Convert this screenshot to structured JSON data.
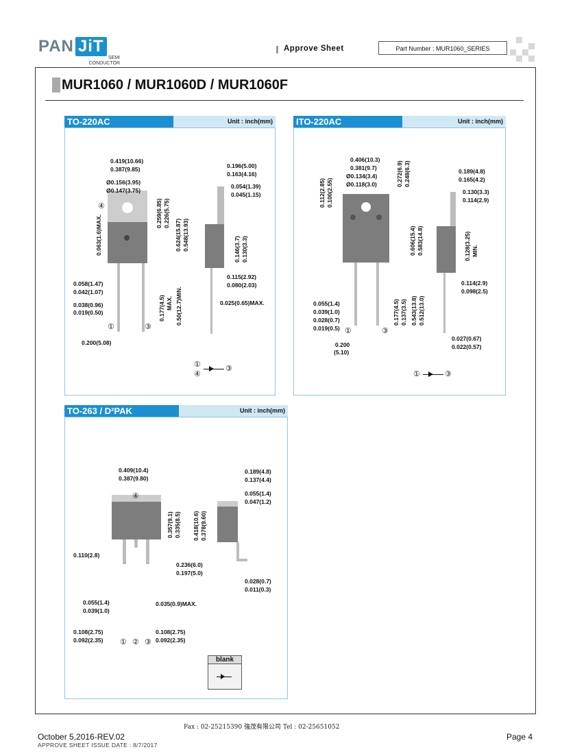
{
  "header": {
    "logo_pan": "PAN",
    "logo_jit": "JiT",
    "logo_sub1": "SEMI",
    "logo_sub2": "CONDUCTOR",
    "approve_label": "Approve Sheet",
    "part_number": "Part Number : MUR1060_SERIES"
  },
  "title": "MUR1060 / MUR1060D / MUR1060F",
  "panels": {
    "to220ac": {
      "name": "TO-220AC",
      "unit": "Unit : inch(mm)",
      "dims": {
        "w_top": "0.419(10.66)",
        "w_bot": "0.387(9.85)",
        "hole_a": "Ø0.156(3.95)",
        "hole_b": "Ø0.147(3.75)",
        "tab": "0.063(1.6)MAX.",
        "tab_h_a": "0.259(6.85)",
        "tab_h_b": "0.226(5.75)",
        "body_a": "0.624(15.87)",
        "body_b": "0.548(13.93)",
        "lead_w_a": "0.058(1.47)",
        "lead_w_b": "0.042(1.07)",
        "lead_t_a": "0.038(0.96)",
        "lead_t_b": "0.019(0.50)",
        "lead_s_a": "0.177(4.5)",
        "lead_s_b": "MAX.",
        "lead_len": "0.50(12.7)MIN.",
        "pitch": "0.200(5.08)",
        "side_w_a": "0.196(5.00)",
        "side_w_b": "0.163(4.16)",
        "side_t_a": "0.054(1.39)",
        "side_t_b": "0.045(1.15)",
        "side_h_a": "0.146(3.7)",
        "side_h_b": "0.130(3.3)",
        "side_l_a": "0.115(2.92)",
        "side_l_b": "0.080(2.03)",
        "side_lead": "0.025(0.65)MAX."
      },
      "pins": {
        "p1": "①",
        "p3": "③",
        "p4": "④"
      }
    },
    "ito220ac": {
      "name": "ITO-220AC",
      "unit": "Unit : inch(mm)",
      "dims": {
        "top_a": "0.112(2.85)",
        "top_b": "0.100(2.55)",
        "w_a": "0.406(10.3)",
        "w_b": "0.381(9.7)",
        "hole_a": "Ø0.134(3.4)",
        "hole_b": "Ø0.118(3.0)",
        "h_a": "0.272(6.9)",
        "h_b": "0.248(6.3)",
        "body_a": "0.606(15.4)",
        "body_b": "0.583(14.8)",
        "lead_w_a": "0.055(1.4)",
        "lead_w_b": "0.039(1.0)",
        "lead_t_a": "0.028(0.7)",
        "lead_t_b": "0.019(0.5)",
        "lead_s_a": "0.177(4.5)",
        "lead_s_b": "0.137(3.5)",
        "lead_l_a": "0.543(13.8)",
        "lead_l_b": "0.512(13.0)",
        "pitch_a": "0.200",
        "pitch_b": "(5.10)",
        "side_w_a": "0.189(4.8)",
        "side_w_b": "0.165(4.2)",
        "side_t_a": "0.130(3.3)",
        "side_t_b": "0.114(2.9)",
        "side_h_a": "0.128(3.25)",
        "side_h_b": "MIN.",
        "side_l_a": "0.114(2.9)",
        "side_l_b": "0.098(2.5)",
        "side_lead_a": "0.027(0.67)",
        "side_lead_b": "0.022(0.57)"
      },
      "pins": {
        "p1": "①",
        "p3": "③"
      }
    },
    "to263": {
      "name": "TO-263 / D²PAK",
      "unit": "Unit : inch(mm)",
      "dims": {
        "w_a": "0.409(10.4)",
        "w_b": "0.387(9.80)",
        "h_a": "0.357(9.1)",
        "h_b": "0.335(8.5)",
        "t_a": "0.418(10.6)",
        "t_b": "0.378(9.60)",
        "lead_off": "0.110(2.8)",
        "lead_l_a": "0.236(6.0)",
        "lead_l_b": "0.197(5.0)",
        "lead_w_a": "0.055(1.4)",
        "lead_w_b": "0.039(1.0)",
        "lead_t": "0.035(0.9)MAX.",
        "pitch_l_a": "0.108(2.75)",
        "pitch_l_b": "0.092(2.35)",
        "pitch_r_a": "0.108(2.75)",
        "pitch_r_b": "0.092(2.35)",
        "side_w_a": "0.189(4.8)",
        "side_w_b": "0.137(4.4)",
        "side_t_a": "0.055(1.4)",
        "side_t_b": "0.047(1.2)",
        "side_lead_a": "0.028(0.7)",
        "side_lead_b": "0.011(0.3)"
      },
      "pins": {
        "p1": "①",
        "p2": "②",
        "p3": "③",
        "p4": "④"
      },
      "blank_label": "blank"
    }
  },
  "footer": {
    "date": "October 5,2016-REV.02",
    "issue": "APPROVE SHEET ISSUE DATE : 8/7/2017",
    "contact": "Fax : 02-25215390      強茂有限公司      Tel : 02-25651052",
    "page": "Page 4"
  }
}
